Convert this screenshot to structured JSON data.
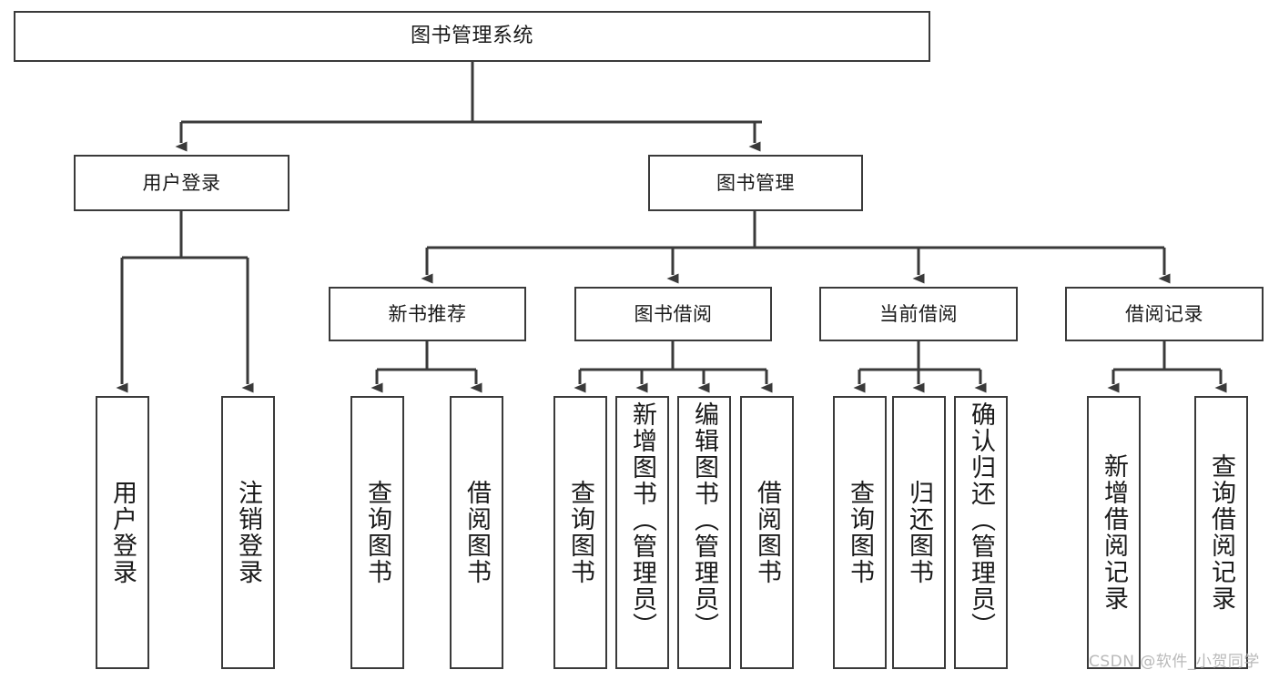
{
  "diagram": {
    "type": "tree-hierarchy",
    "title": "图书管理系统",
    "watermark": "CSDN @软件_小贺同学",
    "colors": {
      "border": "#3a3a3a",
      "background": "#ffffff",
      "text": "#1a1a1a",
      "connector": "#3a3a3a",
      "watermark": "#b9b9b9"
    },
    "nodes": {
      "root": {
        "label": "图书管理系统"
      },
      "level2": [
        {
          "label": "用户登录"
        },
        {
          "label": "图书管理"
        }
      ],
      "level3": [
        {
          "label": "新书推荐"
        },
        {
          "label": "图书借阅"
        },
        {
          "label": "当前借阅"
        },
        {
          "label": "借阅记录"
        }
      ],
      "leaves_user_login": [
        {
          "label": "用户登录"
        },
        {
          "label": "注销登录"
        }
      ],
      "leaves_new_book": [
        {
          "label": "查询图书"
        },
        {
          "label": "借阅图书"
        }
      ],
      "leaves_borrow": [
        {
          "label": "查询图书"
        },
        {
          "label": "新增图书（管理员）"
        },
        {
          "label": "编辑图书（管理员）"
        },
        {
          "label": "借阅图书"
        }
      ],
      "leaves_current": [
        {
          "label": "查询图书"
        },
        {
          "label": "归还图书"
        },
        {
          "label": "确认归还（管理员）"
        }
      ],
      "leaves_records": [
        {
          "label": "新增借阅记录"
        },
        {
          "label": "查询借阅记录"
        }
      ]
    }
  }
}
